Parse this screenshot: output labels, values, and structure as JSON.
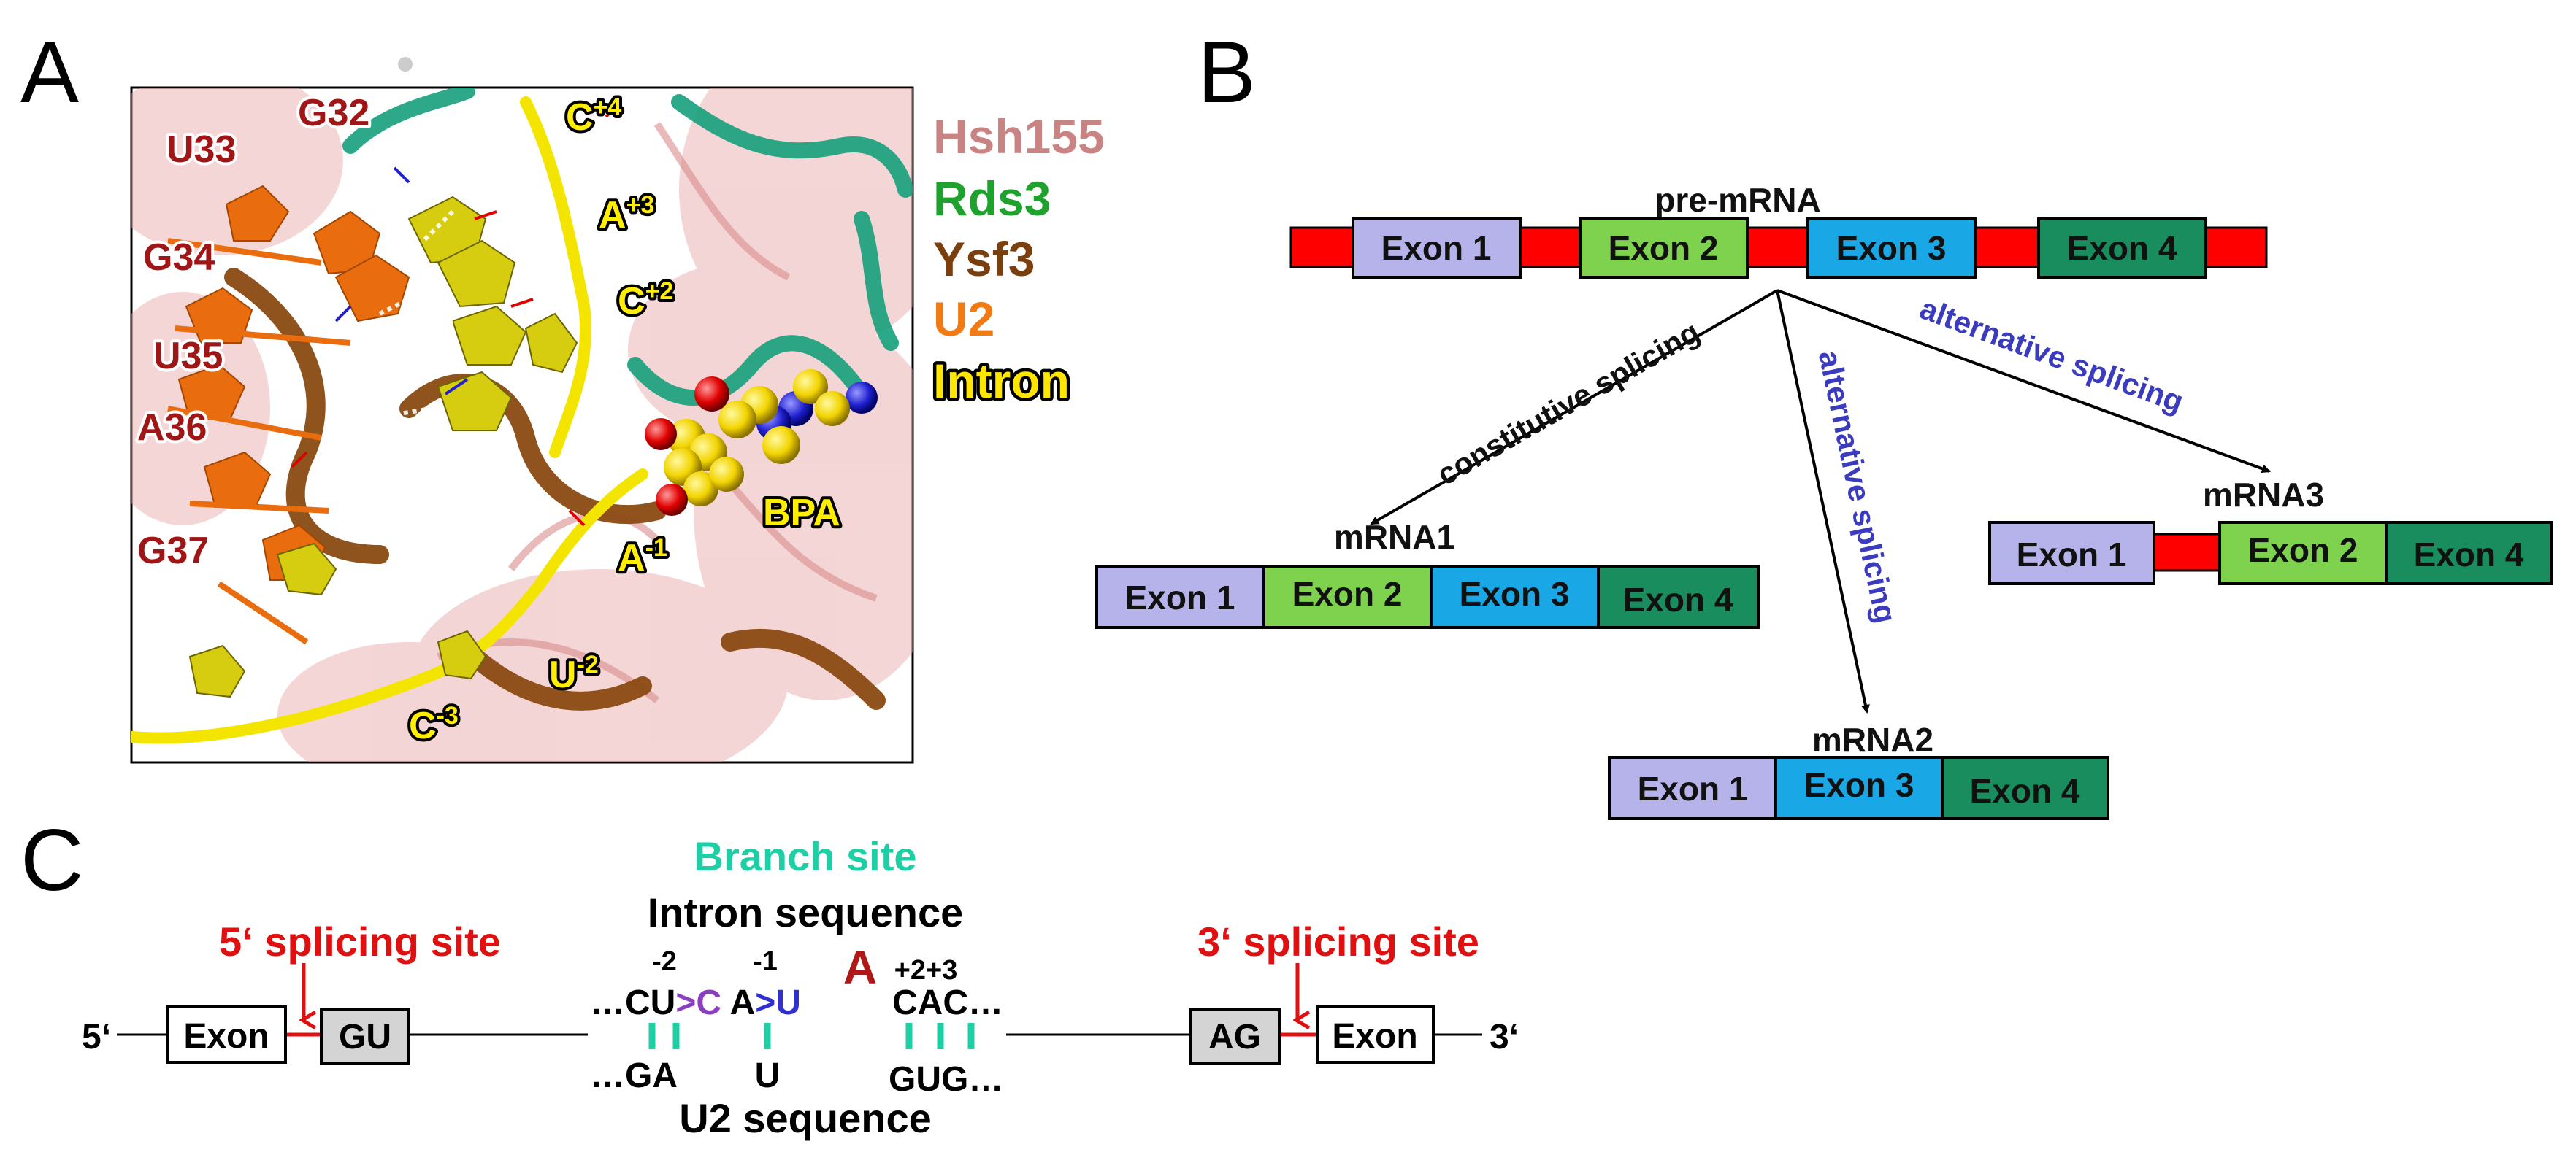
{
  "panels": {
    "a": "A",
    "b": "B",
    "c": "C"
  },
  "panel_a": {
    "residues": [
      {
        "id": "g32",
        "text": "G32"
      },
      {
        "id": "u33",
        "text": "U33"
      },
      {
        "id": "g34",
        "text": "G34"
      },
      {
        "id": "u35",
        "text": "U35"
      },
      {
        "id": "a36",
        "text": "A36"
      },
      {
        "id": "g37",
        "text": "G37"
      }
    ],
    "intron_labels": {
      "c4": {
        "base": "C",
        "sup": "+4"
      },
      "a3": {
        "base": "A",
        "sup": "+3"
      },
      "c2": {
        "base": "C",
        "sup": "+2"
      },
      "a1": {
        "base": "A",
        "sup": "-1"
      },
      "u2": {
        "base": "U",
        "sup": "-2"
      },
      "c3": {
        "base": "C",
        "sup": "-3"
      },
      "bpa": "BPA"
    },
    "legend": [
      {
        "id": "hsh155",
        "text": "Hsh155",
        "color": "#c98383"
      },
      {
        "id": "rds3",
        "text": "Rds3",
        "color": "#1fa12e"
      },
      {
        "id": "ysf3",
        "text": "Ysf3",
        "color": "#7a3f0d"
      },
      {
        "id": "u2",
        "text": "U2",
        "color": "#f07a14"
      },
      {
        "id": "intron",
        "text": "Intron",
        "color": "#ffe600"
      }
    ]
  },
  "panel_b": {
    "pre_mrna_label": "pre-mRNA",
    "exon_labels": {
      "e1": "Exon 1",
      "e2": "Exon 2",
      "e3": "Exon 3",
      "e4": "Exon 4"
    },
    "mrna_labels": {
      "m1": "mRNA1",
      "m2": "mRNA2",
      "m3": "mRNA3"
    },
    "arrow_labels": {
      "constitutive": "constitutive splicing",
      "alt_down": "alternative splicing",
      "alt_right": "alternative splicing"
    },
    "colors": {
      "exon1": "#b6b3ea",
      "exon2": "#7ed24e",
      "exon3": "#1aa7e6",
      "exon4": "#1a8d5f",
      "intron": "#ff0000",
      "alt_text": "#3b3bbf"
    }
  },
  "panel_c": {
    "branch_site": "Branch site",
    "intron_sequence": "Intron sequence",
    "u2_sequence": "U2 sequence",
    "five_prime_site": "5‘ splicing site",
    "three_prime_site": "3‘ splicing site",
    "five_end": "5‘",
    "three_end": "3‘",
    "exon": "Exon",
    "gu": "GU",
    "ag": "AG",
    "pos": {
      "m2": "-2",
      "m1": "-1",
      "p2p3": "+2+3"
    },
    "intron_seq": {
      "start": "…CU",
      "gt1": ">",
      "c": "C",
      "a": " A",
      "gt2": ">",
      "u": "U",
      "branch_a": "A",
      "end": "CAC…"
    },
    "u2_seq": {
      "ga": "…GA",
      "u": "U",
      "gug": "GUG…"
    },
    "colors": {
      "teal": "#1ccfa4",
      "red": "#e01010",
      "darkred": "#b01818",
      "purple": "#8a3fbf",
      "blue": "#3030d0",
      "grey_box": "#d4d4d4"
    }
  }
}
